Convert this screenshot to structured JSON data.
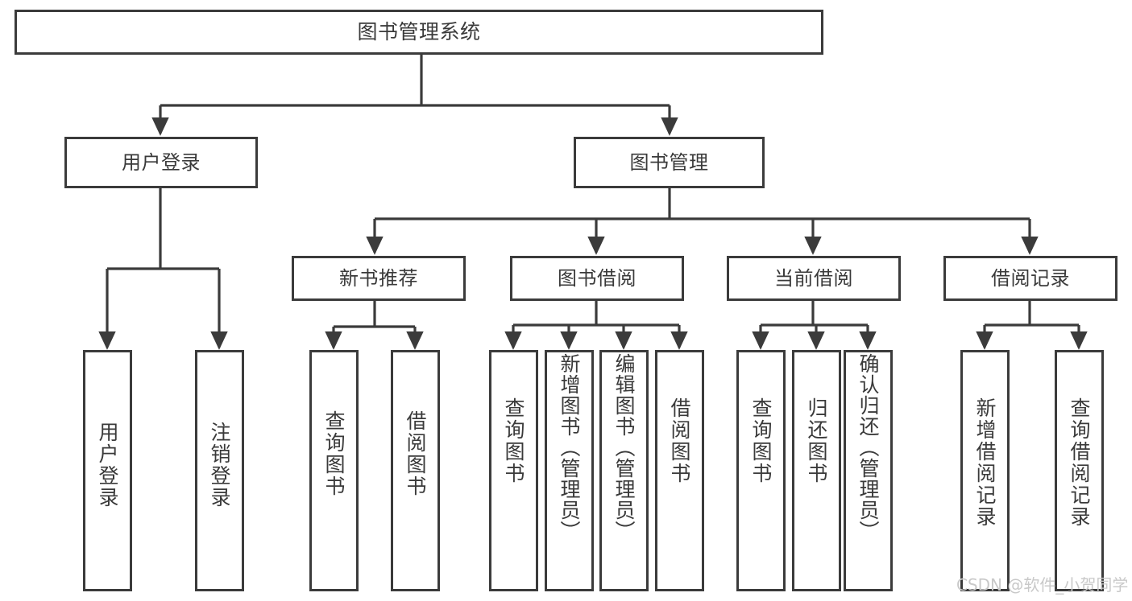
{
  "diagram": {
    "title": "图书管理系统",
    "type": "hierarchy-tree",
    "orientation": "top-down",
    "colors": {
      "box_border": "#3b3b3b",
      "box_fill": "#ffffff",
      "connector": "#3b3b3b",
      "text": "#3a3a3a",
      "background": "#ffffff",
      "watermark": "#c9c9c9"
    },
    "levels": {
      "level0": [
        {
          "id": "root",
          "label": "图书管理系统"
        }
      ],
      "level1": [
        {
          "id": "user-login",
          "label": "用户登录",
          "parent": "root"
        },
        {
          "id": "book-manage",
          "label": "图书管理",
          "parent": "root"
        }
      ],
      "level2": [
        {
          "id": "new-book-rec",
          "label": "新书推荐",
          "parent": "book-manage"
        },
        {
          "id": "book-borrow",
          "label": "图书借阅",
          "parent": "book-manage"
        },
        {
          "id": "current-borrow",
          "label": "当前借阅",
          "parent": "book-manage"
        },
        {
          "id": "borrow-record",
          "label": "借阅记录",
          "parent": "book-manage"
        }
      ],
      "level3": [
        {
          "id": "leaf-user-login",
          "label": "用户登录",
          "parent": "user-login"
        },
        {
          "id": "leaf-logout",
          "label": "注销登录",
          "parent": "user-login"
        },
        {
          "id": "leaf-query-book-1",
          "label": "查询图书",
          "parent": "new-book-rec"
        },
        {
          "id": "leaf-borrow-book-1",
          "label": "借阅图书",
          "parent": "new-book-rec"
        },
        {
          "id": "leaf-query-book-2",
          "label": "查询图书",
          "parent": "book-borrow"
        },
        {
          "id": "leaf-add-book",
          "label": "新增图书（管理员）",
          "parent": "book-borrow"
        },
        {
          "id": "leaf-edit-book",
          "label": "编辑图书（管理员）",
          "parent": "book-borrow"
        },
        {
          "id": "leaf-borrow-book-2",
          "label": "借阅图书",
          "parent": "book-borrow"
        },
        {
          "id": "leaf-query-book-3",
          "label": "查询图书",
          "parent": "current-borrow"
        },
        {
          "id": "leaf-return-book",
          "label": "归还图书",
          "parent": "current-borrow"
        },
        {
          "id": "leaf-confirm-return",
          "label": "确认归还（管理员）",
          "parent": "current-borrow"
        },
        {
          "id": "leaf-add-record",
          "label": "新增借阅记录",
          "parent": "borrow-record"
        },
        {
          "id": "leaf-query-record",
          "label": "查询借阅记录",
          "parent": "borrow-record"
        }
      ]
    }
  },
  "watermark": {
    "text": "CSDN @软件_小贺同学"
  }
}
